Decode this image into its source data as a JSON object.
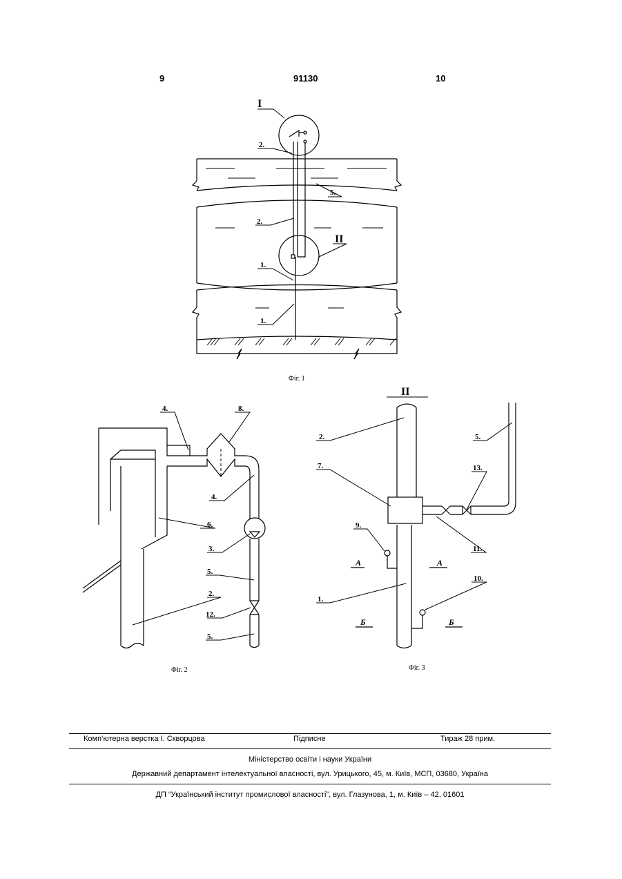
{
  "header": {
    "left_page": "9",
    "patent_number": "91130",
    "right_page": "10"
  },
  "fig1": {
    "caption": "Фіг. 1",
    "roman_top": "I",
    "roman_mid": "II",
    "labels": {
      "l2a": "2.",
      "l5": "5.",
      "l2b": "2.",
      "l1a": "1.",
      "l1b": "1."
    }
  },
  "fig2": {
    "caption": "Фіг. 2",
    "labels": {
      "l4a": "4.",
      "l8": "8.",
      "l4b": "4.",
      "l6": "6.",
      "l3": "3.",
      "l5a": "5.",
      "l2": "2.",
      "l12": "12.",
      "l5b": "5."
    }
  },
  "fig3": {
    "caption": "Фіг. 3",
    "roman": "II",
    "labels": {
      "l2": "2.",
      "l5": "5.",
      "l7": "7.",
      "l13": "13.",
      "l9": "9.",
      "l11": "11.",
      "l10": "10.",
      "l1": "1."
    },
    "sections": {
      "a_left": "А",
      "a_right": "А",
      "b_left": "Б",
      "b_right": "Б"
    }
  },
  "footer": {
    "typesetter": "Комп’ютерна верстка І. Скворцова",
    "signed": "Підписне",
    "circulation": "Тираж 28 прим.",
    "ministry": "Міністерство освіти і науки України",
    "department": "Державний департамент інтелектуальної власності, вул. Урицького, 45, м. Київ, МСП, 03680, Україна",
    "institute": "ДП “Український інститут промислової власності”, вул. Глазунова, 1, м. Київ – 42, 01601"
  }
}
